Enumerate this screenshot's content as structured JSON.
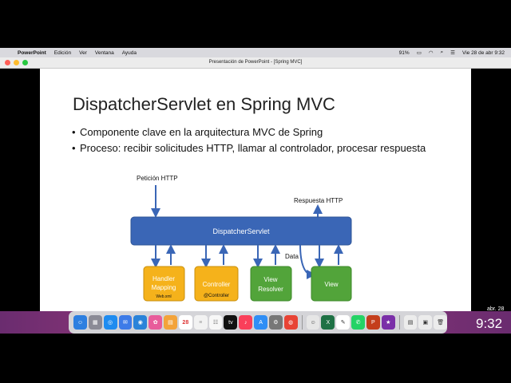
{
  "menubar": {
    "app": "PowerPoint",
    "items": [
      "Edición",
      "Ver",
      "Ventana",
      "Ayuda"
    ],
    "battery": "91%",
    "datetime": "Vie 28 de abr  9:32"
  },
  "window": {
    "title": "Presentación de PowerPoint - [Spring MVC]"
  },
  "slide": {
    "title": "DispatcherServlet en Spring MVC",
    "bullets": [
      "Componente clave en la arquitectura MVC de Spring",
      "Proceso: recibir solicitudes HTTP, llamar al controlador, procesar respuesta"
    ],
    "diagram": {
      "request_label": "Petición HTTP",
      "response_label": "Respuesta HTTP",
      "dispatcher_label": "DispatcherServlet",
      "data_label": "Data",
      "handler_line1": "Handler",
      "handler_line2": "Mapping",
      "handler_sub": "Web.xml",
      "controller_label": "Controller",
      "controller_sub": "@Controller",
      "resolver_line1": "View",
      "resolver_line2": "Resolver",
      "view_label": "View",
      "colors": {
        "dispatcher": "#3a66b6",
        "yellow": "#f5b21b",
        "green": "#52a43a"
      }
    }
  },
  "dock": {
    "calendar_day": "28",
    "date_label": "abr. 28",
    "clock": "9:32"
  }
}
